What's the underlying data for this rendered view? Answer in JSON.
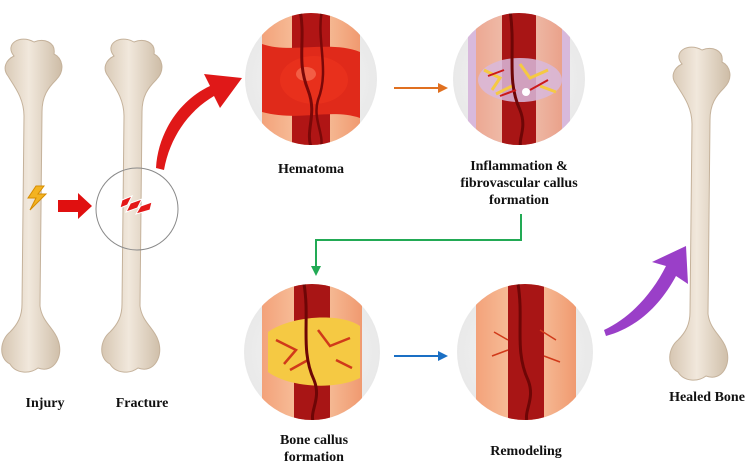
{
  "stages": {
    "injury": "Injury",
    "fracture": "Fracture",
    "hematoma": "Hematoma",
    "inflammation_line1": "Inflammation &",
    "inflammation_line2": "fibrovascular callus",
    "inflammation_line3": "formation",
    "bone_callus_line1": "Bone callus",
    "bone_callus_line2": "formation",
    "remodeling": "Remodeling",
    "healed": "Healed Bone"
  },
  "colors": {
    "bone": "#ece2d5",
    "bone_shade": "#d9cab7",
    "red_arrow": "#e01010",
    "orange_arrow": "#e07020",
    "green_arrow": "#22aa55",
    "blue_arrow": "#1a6fc4",
    "purple_arrow": "#9a3fc8",
    "callus_purple": "#d8b9dc",
    "callus_yellow": "#f5c943",
    "vessel": "#cc1a1a",
    "bone_tissue": "#f4b48c"
  },
  "icons": {
    "injury": "lightning-bolt-icon",
    "fracture": "fracture-crack-icon"
  }
}
